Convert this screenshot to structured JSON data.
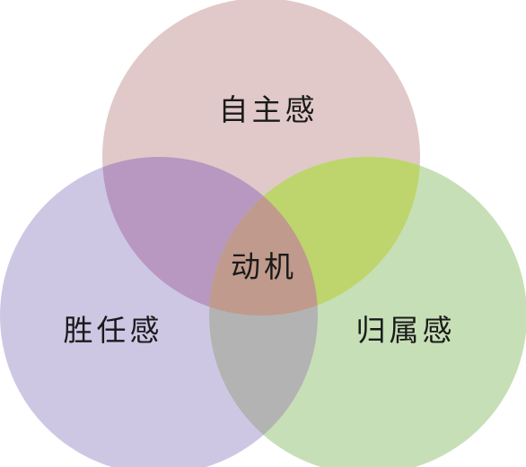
{
  "diagram": {
    "type": "venn-3",
    "sets": [
      {
        "id": "top",
        "label": "自主感",
        "color": "#e0c9c8"
      },
      {
        "id": "left",
        "label": "胜任感",
        "color": "#cdc7e4"
      },
      {
        "id": "right",
        "label": "归属感",
        "color": "#c6dfb6"
      }
    ],
    "overlaps": {
      "top_left": {
        "color": "#b898c0"
      },
      "top_right": {
        "color": "#bdd56c"
      },
      "left_right": {
        "color": "#b3b3b3"
      },
      "center": {
        "label": "动机",
        "color": "#c09a8c"
      }
    }
  }
}
